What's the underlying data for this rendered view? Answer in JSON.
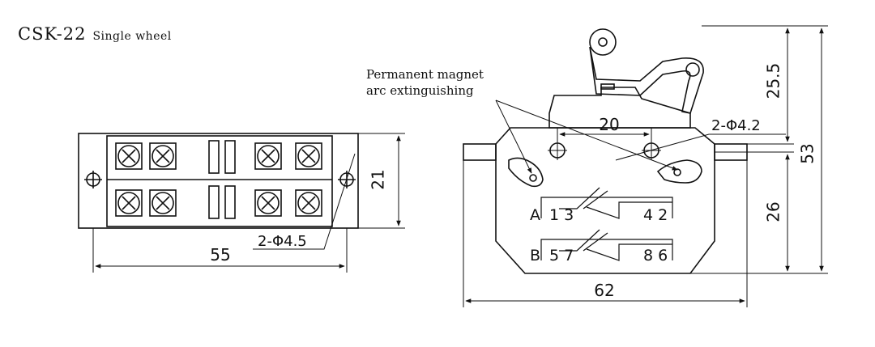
{
  "title": {
    "model": "CSK-22",
    "variant": "Single wheel"
  },
  "callout": {
    "line1": "Permanent magnet",
    "line2": "arc extinguishing"
  },
  "front_view": {
    "height_dim": "21",
    "width_dim": "55",
    "hole_label": "2-Φ4.5"
  },
  "side_view": {
    "hole_spacing": "20",
    "hole_label": "2-Φ4.2",
    "dim_top": "25.5",
    "dim_total": "53",
    "dim_body": "26",
    "dim_width": "62",
    "contact_a_letter": "A",
    "contact_a_left": "1 3",
    "contact_a_right": "4 2",
    "contact_b_letter": "B",
    "contact_b_left": "5 7",
    "contact_b_right": "8 6"
  }
}
